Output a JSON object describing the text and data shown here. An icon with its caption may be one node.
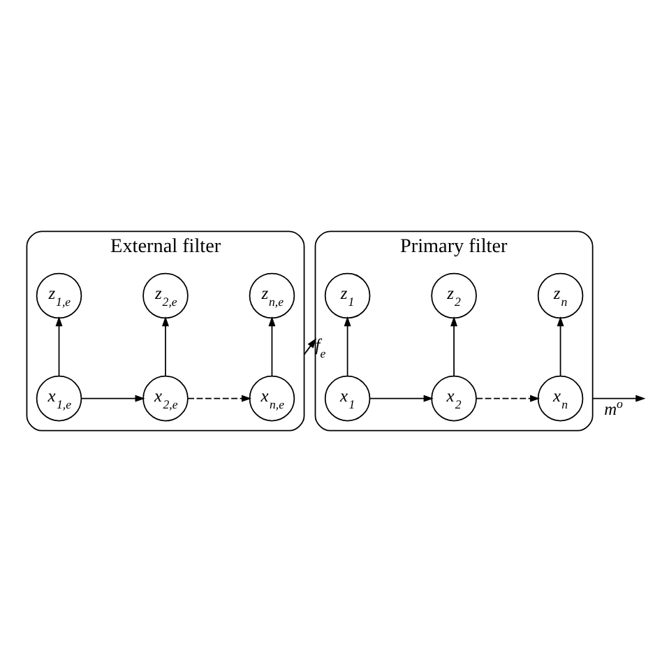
{
  "diagram": {
    "nodes": [
      {
        "text": [
          "External filter"
        ]
      },
      {
        "text": [
          "z$_{1,e}$"
        ],
        "in": 0
      },
      {
        "text": [
          "z$_{2,e}$"
        ],
        "in": 0
      },
      {
        "text": [
          "z$_{n,e}$"
        ],
        "in": 0
      },
      {
        "text": [
          "x$_{1,e}$"
        ],
        "in": 0
      },
      {
        "text": [
          "x$_{2,e}$"
        ],
        "in": 0
      },
      {
        "text": [
          "x$_{n,e}$"
        ],
        "in": 0
      },
      {
        "text": [
          "Primary filter"
        ]
      },
      {
        "text": [
          "z$_{1}$"
        ],
        "in": 7
      },
      {
        "text": [
          "z$_{2}$"
        ],
        "in": 7
      },
      {
        "text": [
          "z$_{n}$"
        ],
        "in": 7
      },
      {
        "text": [
          "x$_{1}$"
        ],
        "in": 7
      },
      {
        "text": [
          "x$_{2}$"
        ],
        "in": 7
      },
      {
        "text": [
          "x$_{n}$"
        ],
        "in": 7
      }
    ],
    "edges": [
      {
        "from": 4,
        "to": 1,
        "arrow": "to"
      },
      {
        "from": 5,
        "to": 2,
        "arrow": "to"
      },
      {
        "from": 6,
        "to": 3,
        "arrow": "to"
      },
      {
        "from": 4,
        "to": 5,
        "arrow": "to"
      },
      {
        "from": 5,
        "to": 6,
        "arrow": "to",
        "style": "dashed"
      },
      {
        "from": 11,
        "to": 8,
        "arrow": "to"
      },
      {
        "from": 12,
        "to": 9,
        "arrow": "to"
      },
      {
        "from": 13,
        "to": 10,
        "arrow": "to"
      },
      {
        "from": 11,
        "to": 12,
        "arrow": "to"
      },
      {
        "from": 12,
        "to": 13,
        "arrow": "to",
        "style": "dashed"
      },
      {
        "from": 0,
        "to": 7,
        "arrow": "to",
        "label": "f$_{e}$"
      },
      {
        "from": 7,
        "to": null,
        "arrow": "to",
        "label": "m$^{o}$"
      }
    ]
  }
}
